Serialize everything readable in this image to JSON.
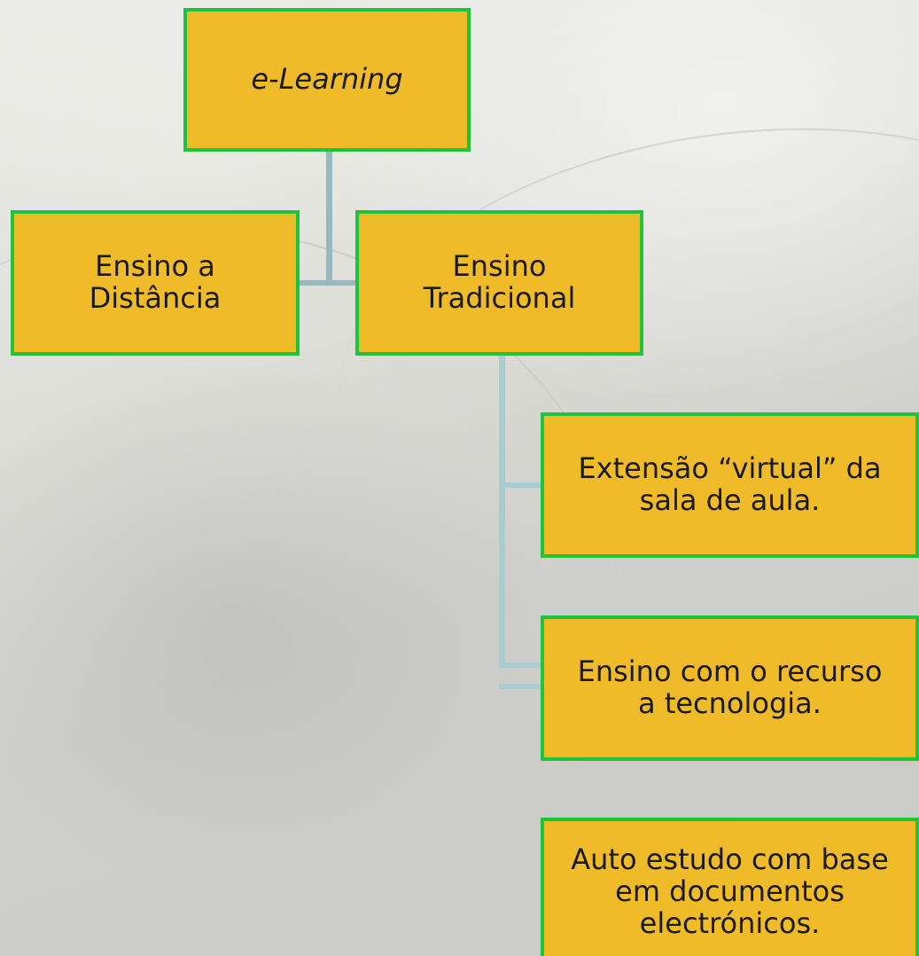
{
  "diagram": {
    "root": {
      "label": "e-Learning"
    },
    "level1": [
      {
        "label": "Ensino a\nDistância"
      },
      {
        "label": "Ensino\nTradicional"
      }
    ],
    "level2": [
      {
        "label": "Extensão “virtual” da\nsala de aula."
      },
      {
        "label": "Ensino com o recurso\na tecnologia."
      },
      {
        "label": "Auto estudo com base\nem documentos\nelectrónicos."
      }
    ],
    "colors": {
      "box_fill": "#efbb29",
      "box_border": "#1fc43c",
      "connector": "#9ab8bf",
      "connector_light": "#a9ccd2"
    }
  }
}
